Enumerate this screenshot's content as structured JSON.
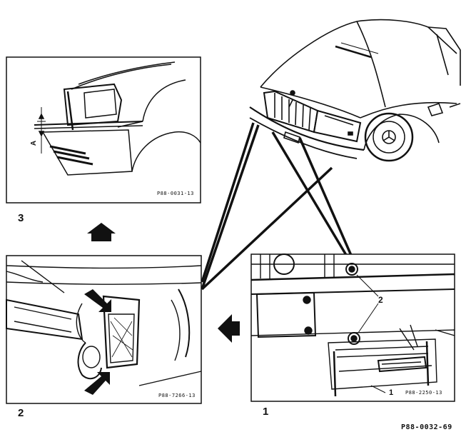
{
  "panels": {
    "panel3": {
      "label": "3",
      "code": "P88-0031-13",
      "dim_label": "A"
    },
    "panel2": {
      "label": "2",
      "code": "P88-7266-13"
    },
    "panel1": {
      "label": "1",
      "code": "P88-2250-13",
      "callout_2": "2",
      "callout_1": "1"
    }
  },
  "figure": {
    "code": "P88-0032-69"
  },
  "icons": [
    "arrow-up-icon",
    "arrow-left-icon",
    "arrow-icon"
  ]
}
